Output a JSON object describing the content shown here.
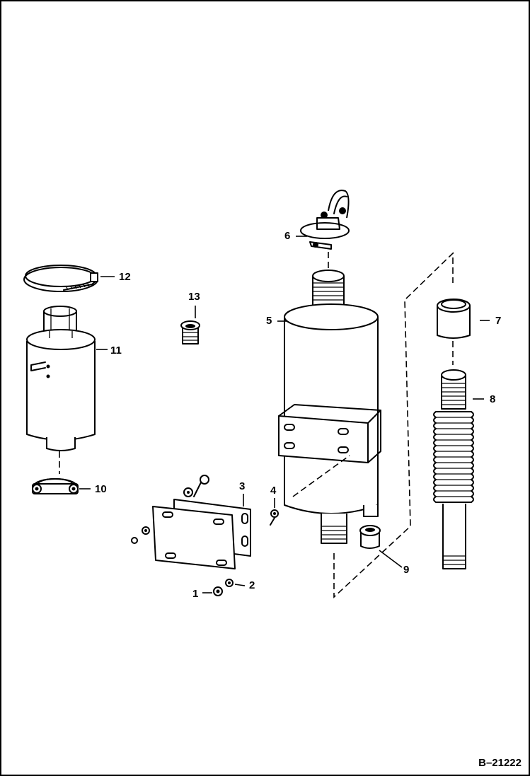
{
  "diagram": {
    "drawing_code": "B–21222",
    "callouts": [
      {
        "id": "1",
        "label": "1"
      },
      {
        "id": "2",
        "label": "2"
      },
      {
        "id": "3",
        "label": "3"
      },
      {
        "id": "4",
        "label": "4"
      },
      {
        "id": "5",
        "label": "5"
      },
      {
        "id": "6",
        "label": "6"
      },
      {
        "id": "7",
        "label": "7"
      },
      {
        "id": "8",
        "label": "8"
      },
      {
        "id": "9",
        "label": "9"
      },
      {
        "id": "10",
        "label": "10"
      },
      {
        "id": "11",
        "label": "11"
      },
      {
        "id": "12",
        "label": "12"
      },
      {
        "id": "13",
        "label": "13"
      }
    ]
  }
}
